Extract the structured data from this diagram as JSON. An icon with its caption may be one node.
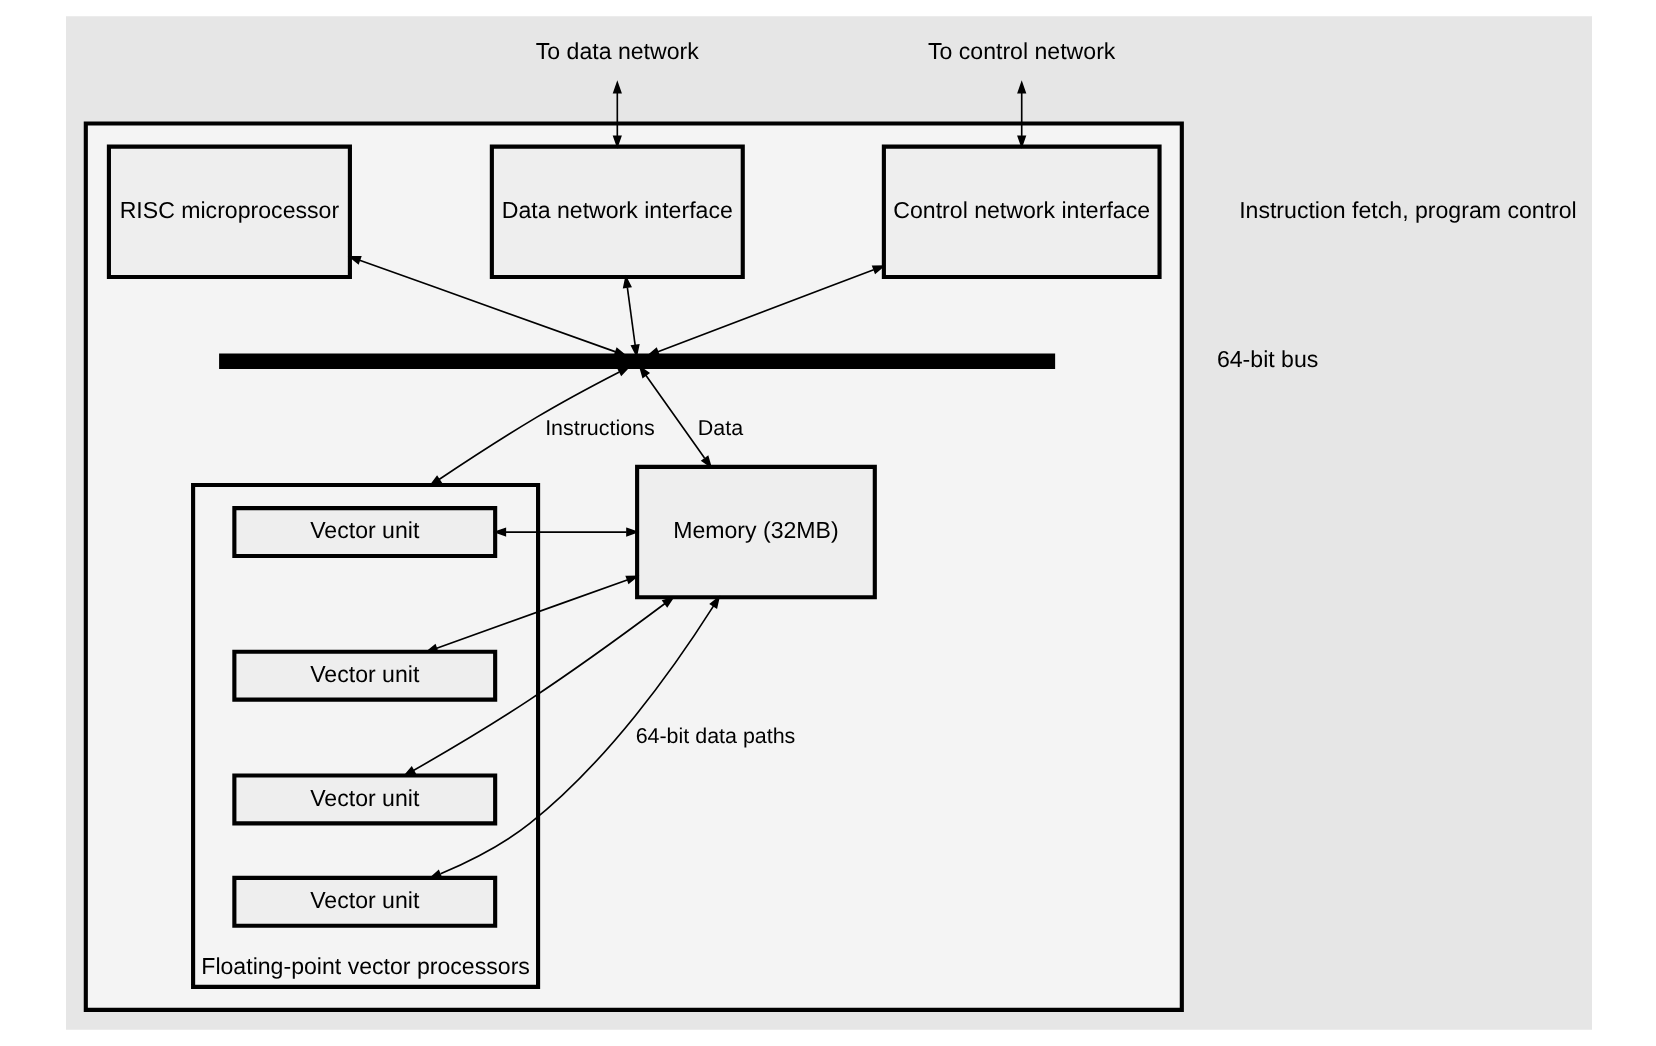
{
  "diagram": {
    "nodes": [
      {
        "text": [],
        "shape": "box"
      },
      {
        "text": [
          "To data network"
        ]
      },
      {
        "text": [
          "To control network"
        ]
      },
      {
        "text": [
          "RISC microprocessor"
        ],
        "in": 0
      },
      {
        "text": [
          "Data network interface"
        ],
        "in": 0
      },
      {
        "text": [
          "Control network interface"
        ],
        "in": 0
      },
      {
        "text": [],
        "shape": "bar",
        "in": 0
      },
      {
        "text": [],
        "shape": "box",
        "in": 0,
        "beside": [
          "Floating-point vector processors"
        ]
      },
      {
        "text": [
          "Vector unit"
        ],
        "in": 7
      },
      {
        "text": [
          "Vector unit"
        ],
        "in": 7
      },
      {
        "text": [
          "Vector unit"
        ],
        "in": 7
      },
      {
        "text": [
          "Vector unit"
        ],
        "in": 7
      },
      {
        "text": [
          "Memory (32MB)"
        ],
        "in": 0
      }
    ],
    "edges": [
      {
        "from": 1,
        "to": 4,
        "arrow": "both"
      },
      {
        "from": 2,
        "to": 5,
        "arrow": "both"
      },
      {
        "from": 3,
        "to": 6,
        "arrow": "both"
      },
      {
        "from": 4,
        "to": 6,
        "arrow": "both"
      },
      {
        "from": 5,
        "to": 6,
        "arrow": "both"
      },
      {
        "from": 6,
        "to": 7,
        "arrow": "both",
        "label": "Instructions"
      },
      {
        "from": 6,
        "to": 12,
        "arrow": "both",
        "label": "Data"
      },
      {
        "from": 8,
        "to": 12,
        "arrow": "both"
      },
      {
        "from": 9,
        "to": 12,
        "arrow": "both"
      },
      {
        "from": 10,
        "to": 12,
        "arrow": "both"
      },
      {
        "from": 11,
        "to": 12,
        "arrow": "both",
        "label": "64-bit data paths"
      }
    ],
    "labels": [
      "Instruction fetch, program control",
      "64-bit bus"
    ]
  }
}
